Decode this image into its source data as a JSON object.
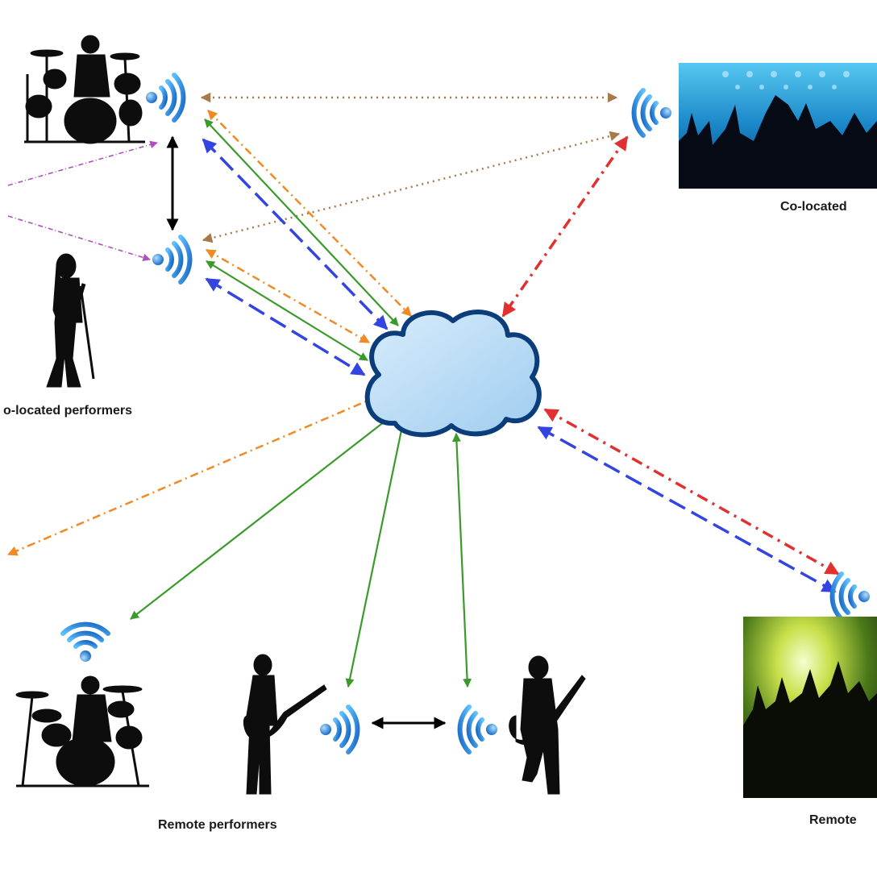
{
  "labels": {
    "colocated_performers": "o-located performers",
    "colocated_audience": "Co-located",
    "remote_performers": "Remote performers",
    "remote_audience": "Remote"
  },
  "colors": {
    "orange": "#f08a24",
    "brown": "#a87a4a",
    "green": "#3a9a2a",
    "blue": "#3344e0",
    "red": "#e03030",
    "purple": "#b050c0",
    "black": "#000000",
    "wifi": "#1e88d8",
    "cloud_stroke": "#0a3d7a"
  },
  "icons": [
    "drum-kit-icon",
    "singer-icon",
    "guitarist-icon",
    "wifi-icon",
    "cloud-icon",
    "crowd-photo"
  ]
}
